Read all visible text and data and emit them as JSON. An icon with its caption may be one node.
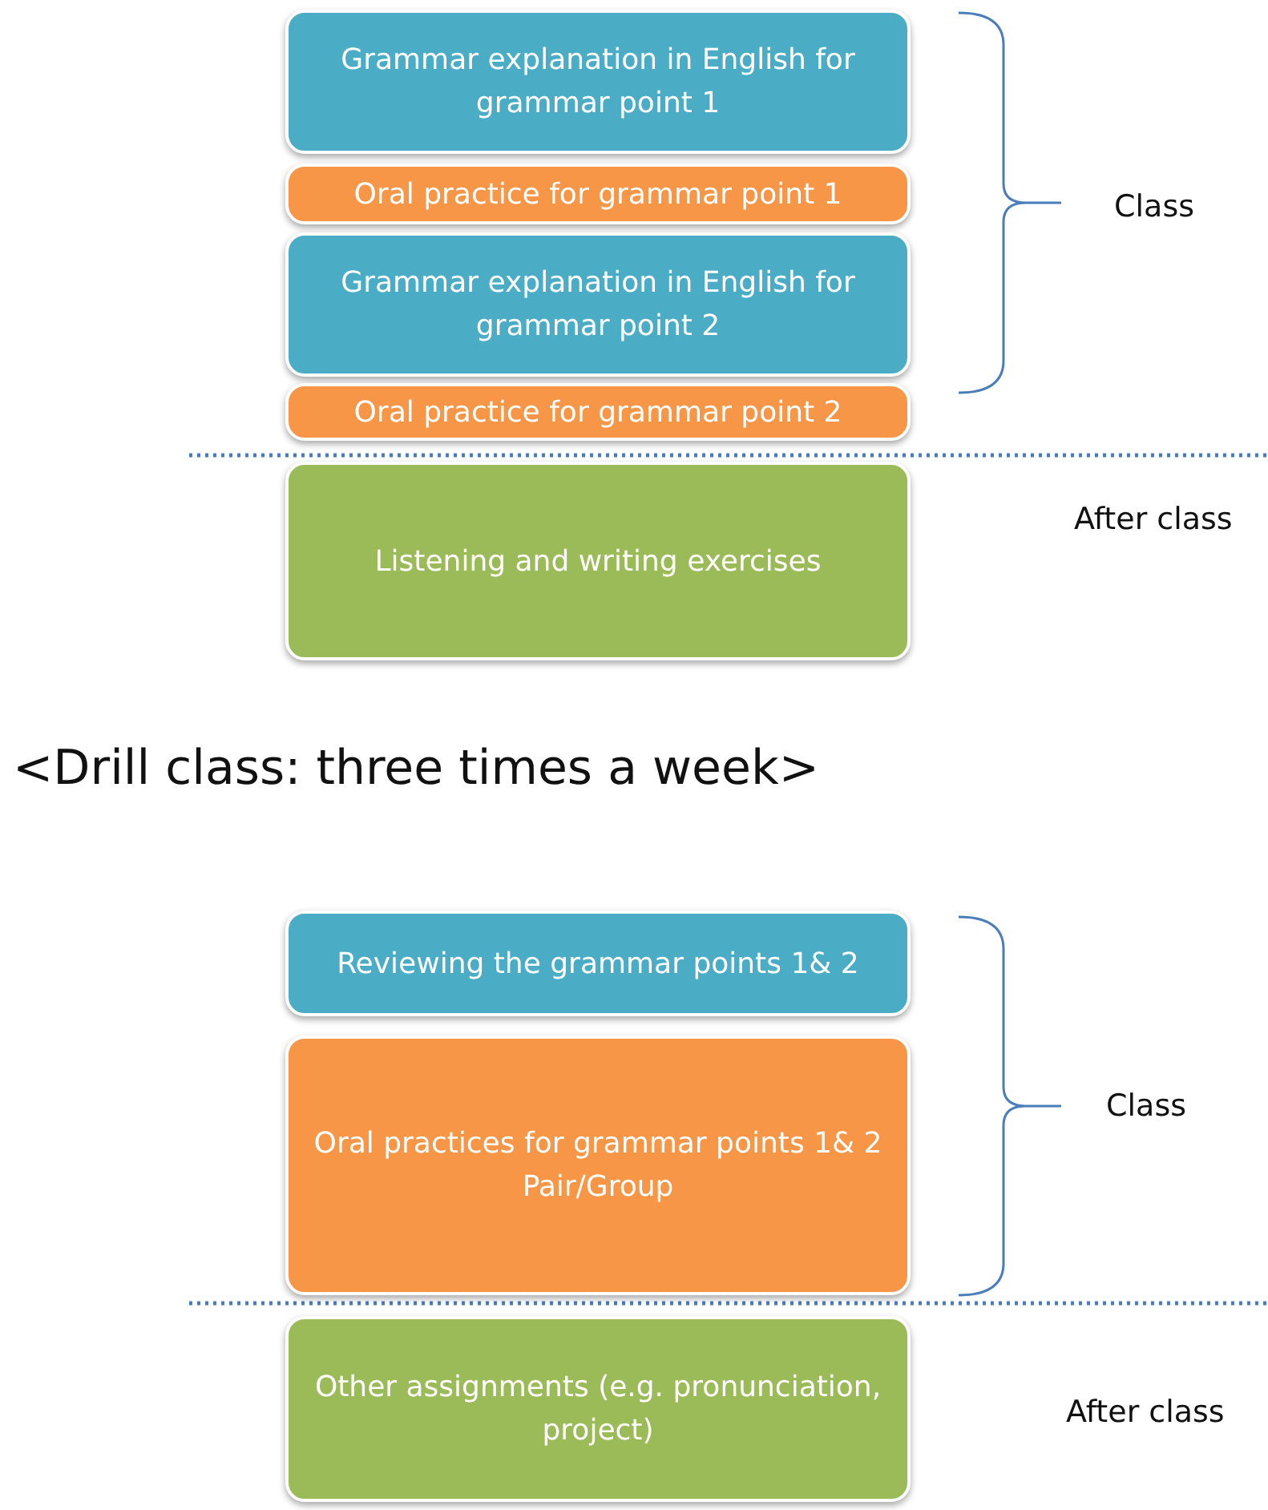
{
  "diagram": {
    "nodes": [
      {
        "text": [
          "Grammar explanation in English for grammar point 1"
        ]
      },
      {
        "text": [
          "Oral practice for grammar point 1"
        ]
      },
      {
        "text": [
          "Grammar explanation in English for grammar point 2"
        ]
      },
      {
        "text": [
          "Oral practice for grammar point 2"
        ]
      },
      {
        "text": [
          "Listening and writing exercises"
        ]
      },
      {
        "text": [
          "Reviewing the grammar points 1& 2"
        ]
      },
      {
        "text": [
          "Oral practices for grammar points 1& 2",
          "Pair/Group"
        ]
      },
      {
        "text": [
          "Other assignments (e.g. pronunciation, project)"
        ]
      }
    ],
    "edges": [],
    "labels": [
      "Class",
      "After class",
      "<Drill class: three times a week>",
      "Class",
      "After class"
    ]
  }
}
